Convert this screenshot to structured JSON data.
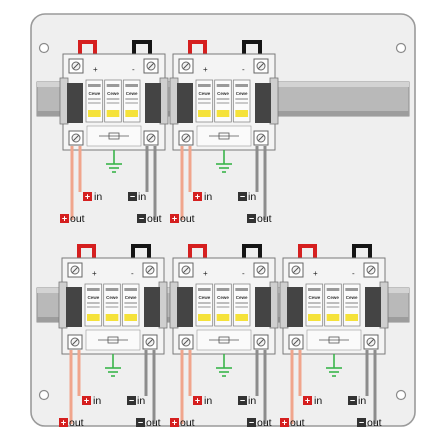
{
  "colors": {
    "enclosure_fill": "#efefef",
    "enclosure_stroke": "#9a9a9a",
    "rail": "#b9b9b9",
    "rail_shadow": "#8f8f8f",
    "module_body": "#f4f4f4",
    "module_side": "#cfcfcf",
    "module_dark": "#444444",
    "label_yellow": "#f5e23a",
    "wire_red": "#d51f1f",
    "wire_black": "#151515",
    "wire_pink": "#f0a58c",
    "wire_grey": "#8c8c8c",
    "wire_green": "#39b54a",
    "badge_plus": "#d51f1f",
    "badge_minus": "#333333"
  },
  "symbols": {
    "plus": "+",
    "minus": "−",
    "module_plus": "+",
    "module_minus": "-"
  },
  "module_brand": "Cewe",
  "rows": [
    {
      "name": "top-row",
      "spds": [
        {
          "in_pos": "in",
          "in_neg": "in",
          "out_pos": "out",
          "out_neg": "out"
        },
        {
          "in_pos": "in",
          "in_neg": "in",
          "out_pos": "out",
          "out_neg": "out"
        }
      ]
    },
    {
      "name": "bottom-row",
      "spds": [
        {
          "in_pos": "in",
          "in_neg": "in",
          "out_pos": "out",
          "out_neg": "out"
        },
        {
          "in_pos": "in",
          "in_neg": "in",
          "out_pos": "out",
          "out_neg": "out"
        },
        {
          "in_pos": "in",
          "in_neg": "in",
          "out_pos": "out",
          "out_neg": "out"
        }
      ]
    }
  ]
}
